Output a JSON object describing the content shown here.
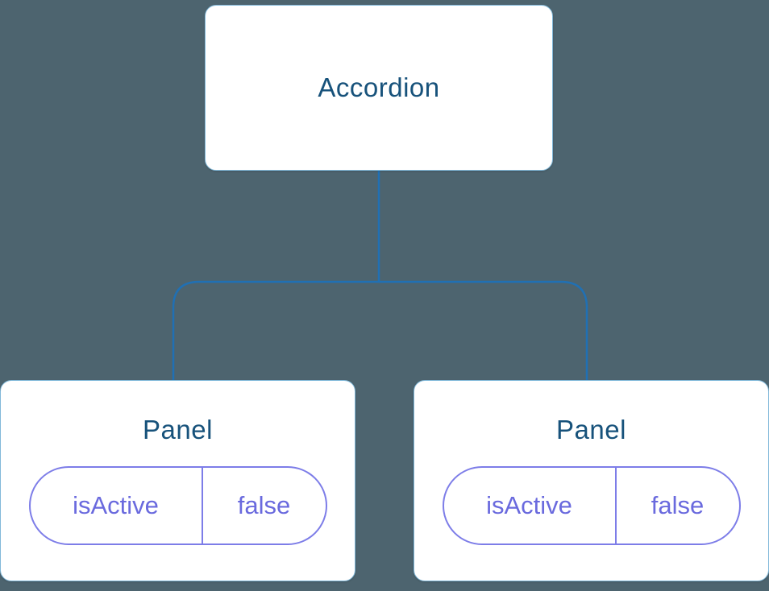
{
  "diagram": {
    "type": "component-tree",
    "root": {
      "label": "Accordion"
    },
    "children": [
      {
        "label": "Panel",
        "state": {
          "key": "isActive",
          "value": "false"
        }
      },
      {
        "label": "Panel",
        "state": {
          "key": "isActive",
          "value": "false"
        }
      }
    ],
    "colors": {
      "background": "#4d646f",
      "box_border": "#82b9da",
      "connector": "#2070b4",
      "title_text": "#17527b",
      "state_border": "#7d7de8",
      "state_text": "#6a6ade"
    }
  }
}
